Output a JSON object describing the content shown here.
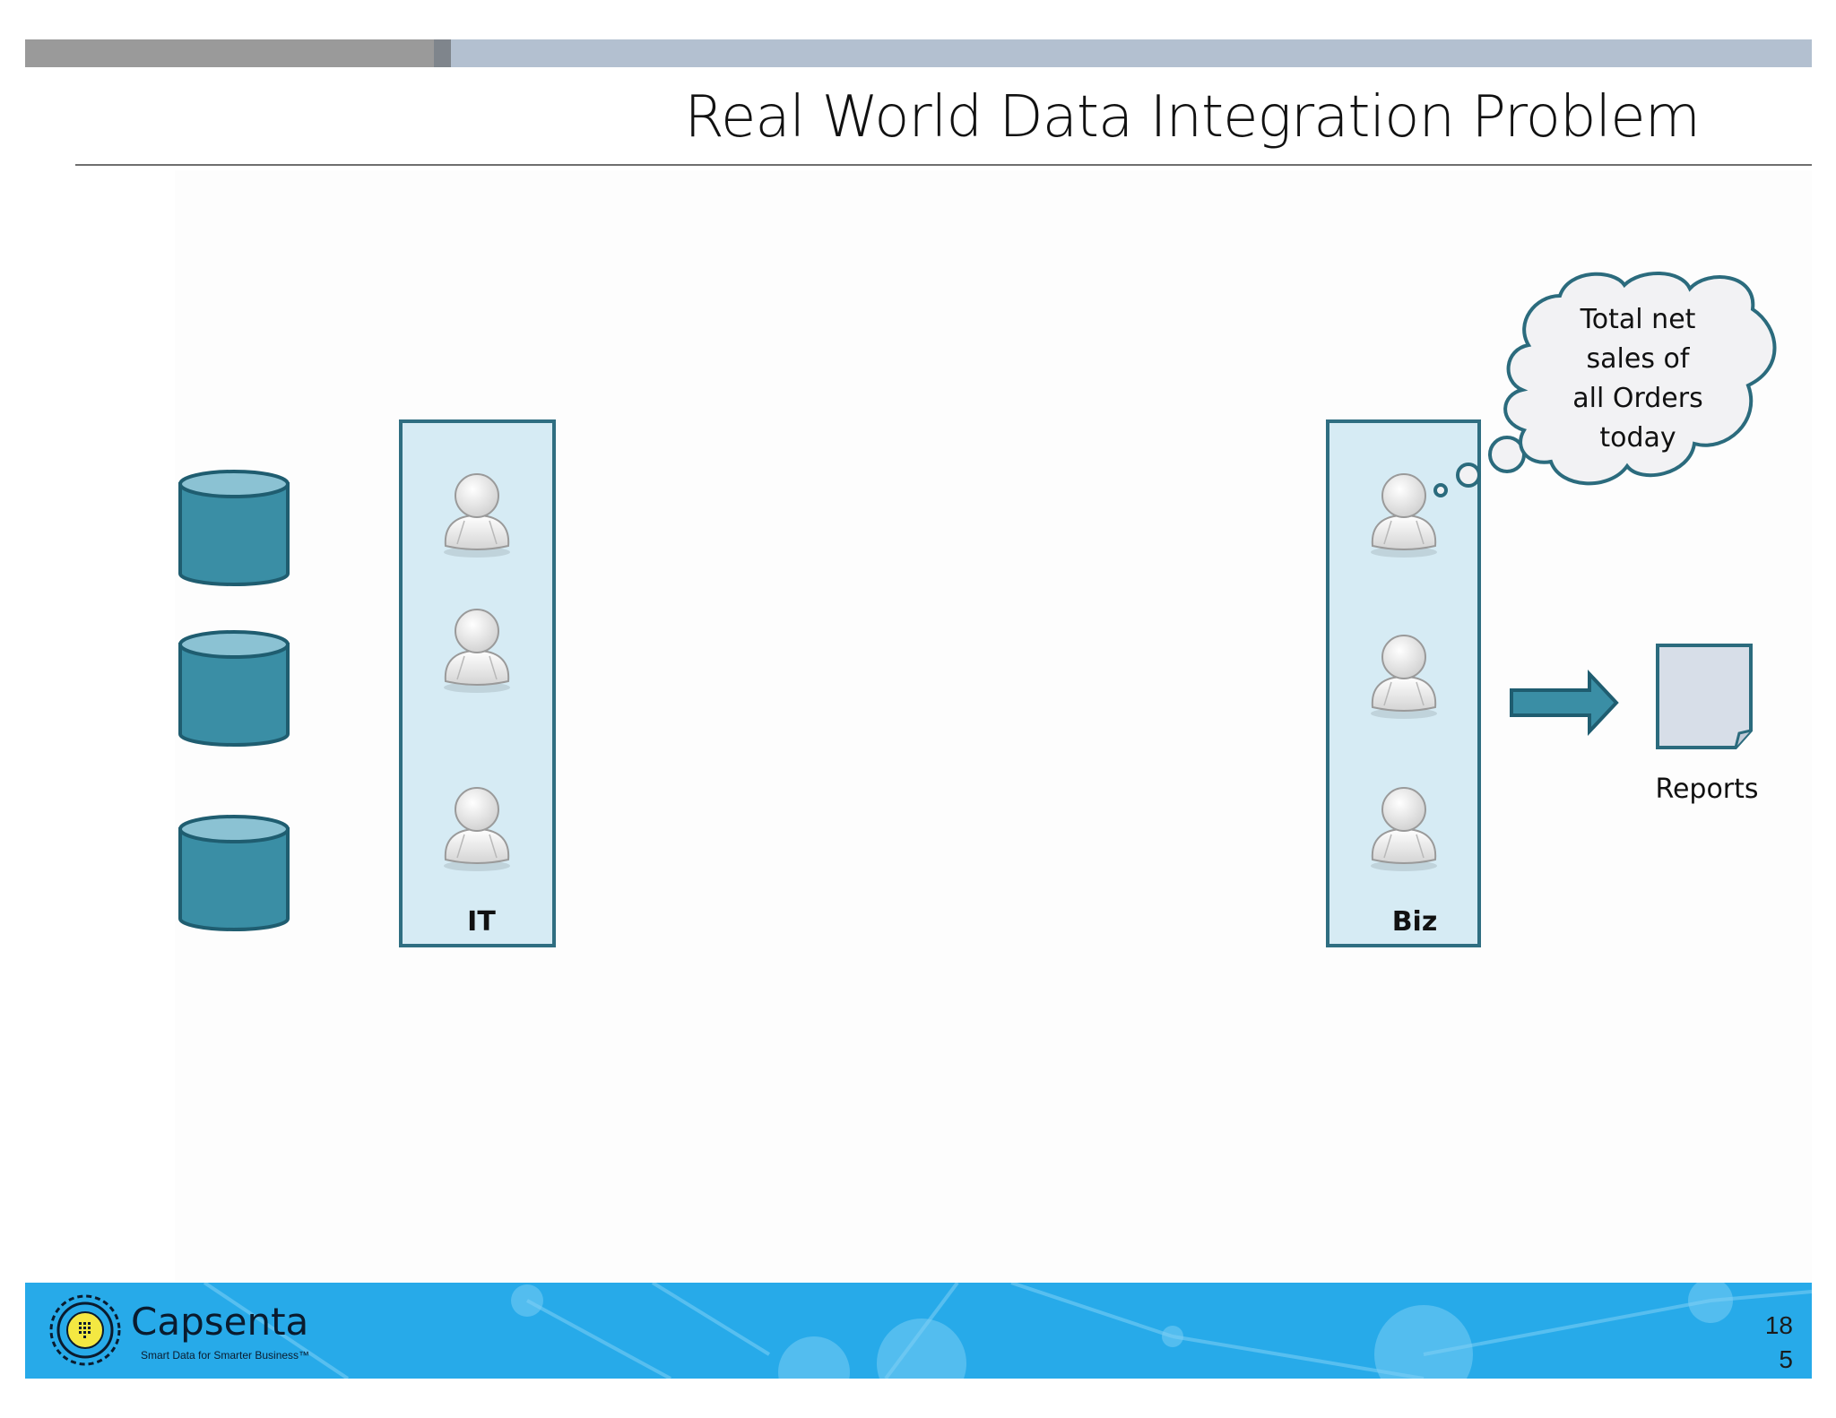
{
  "slide": {
    "title": "Real World Data Integration Problem",
    "page_number": "18\n5"
  },
  "diagram": {
    "databases": [
      {
        "icon": "database-icon"
      },
      {
        "icon": "database-icon"
      },
      {
        "icon": "database-icon"
      }
    ],
    "groups": [
      {
        "label": "IT",
        "people": 3,
        "icon": "person-icon"
      },
      {
        "label": "Biz",
        "people": 3,
        "icon": "person-icon"
      }
    ],
    "thought_bubble": {
      "lines": [
        "Total net",
        "sales of",
        "all Orders",
        "today"
      ]
    },
    "arrow": {
      "icon": "arrow-right-icon"
    },
    "output": {
      "label": "Reports",
      "icon": "document-icon"
    }
  },
  "footer": {
    "brand": "Capsenta",
    "tagline": "Smart Data for Smarter Business™",
    "logo_icon": "capsenta-logo-icon"
  },
  "colors": {
    "db_fill": "#3a8ea5",
    "db_top": "#8bc2d3",
    "db_stroke": "#1f5d70",
    "panel_fill": "#d6ebf4",
    "panel_stroke": "#2f6e81",
    "cloud_fill": "#f2f2f4",
    "cloud_stroke": "#2b6b7d",
    "report_fill": "#d7dee8",
    "footer_bg": "#27aae9",
    "topbar_dark": "#9a9a9a",
    "topbar_light": "#b3c0d0"
  }
}
